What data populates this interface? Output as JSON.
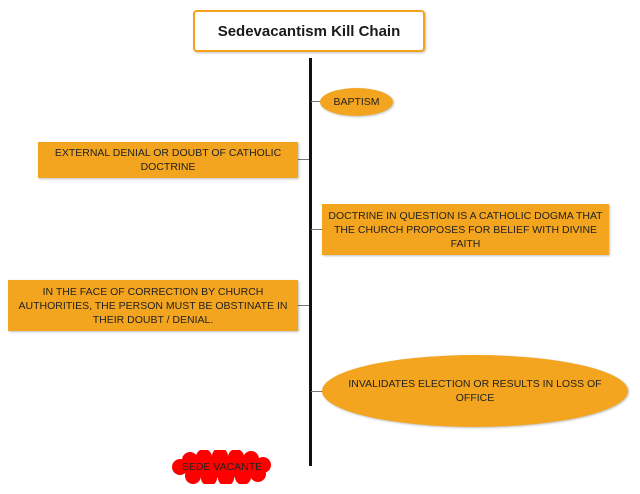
{
  "title": "Sedevacantism Kill Chain",
  "colors": {
    "node_fill": "#f4a51f",
    "title_border": "#f4a21c",
    "spine": "#111111",
    "end_fill": "#ff0000"
  },
  "nodes": [
    {
      "label": "BAPTISM",
      "shape": "ellipse",
      "side": "right"
    },
    {
      "label": "EXTERNAL DENIAL OR DOUBT OF CATHOLIC DOCTRINE",
      "shape": "rectangle",
      "side": "left"
    },
    {
      "label": "DOCTRINE IN QUESTION IS A CATHOLIC DOGMA THAT THE CHURCH PROPOSES FOR BELIEF WITH DIVINE FAITH",
      "shape": "rectangle",
      "side": "right"
    },
    {
      "label": "IN THE FACE OF CORRECTION BY CHURCH AUTHORITIES, THE PERSON MUST BE OBSTINATE IN THEIR DOUBT / DENIAL.",
      "shape": "rectangle",
      "side": "left"
    },
    {
      "label": "INVALIDATES ELECTION OR RESULTS IN LOSS OF OFFICE",
      "shape": "ellipse",
      "side": "right"
    },
    {
      "label": "SEDE VACANTE",
      "shape": "cloud",
      "side": "left"
    }
  ]
}
